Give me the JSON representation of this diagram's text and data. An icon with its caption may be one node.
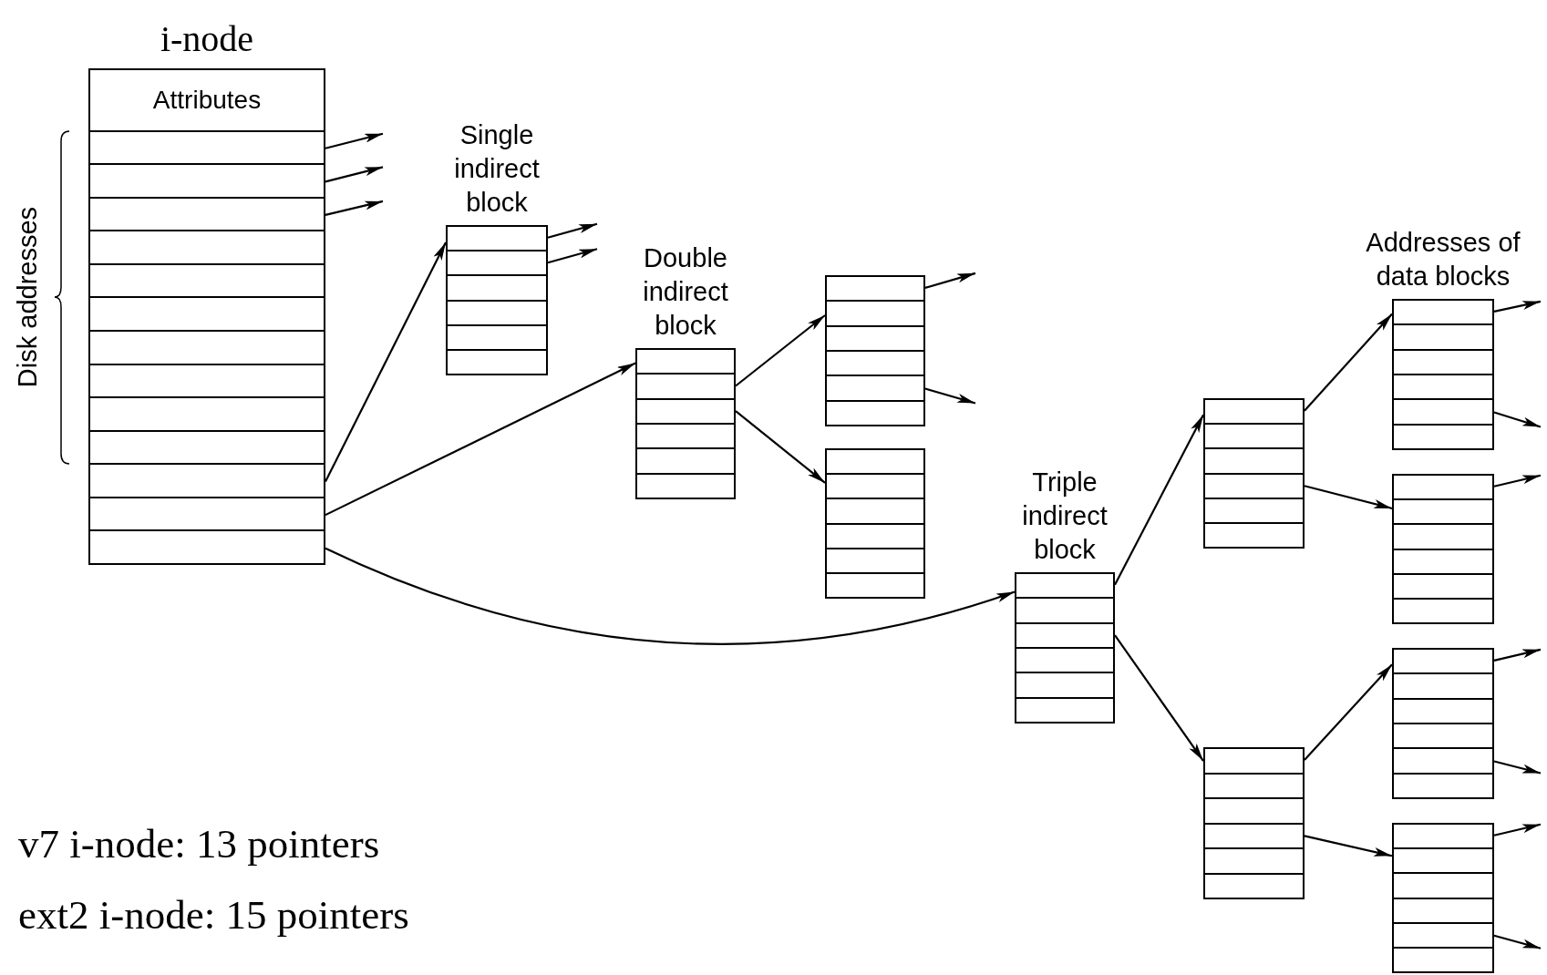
{
  "diagram": {
    "nodes": [
      {
        "text": [
          "i-node",
          "Attributes"
        ]
      },
      {
        "text": [
          "Single indirect block"
        ]
      },
      {
        "text": [
          "Double indirect block"
        ]
      },
      {
        "text": [],
        "shape": "box"
      },
      {
        "text": [],
        "shape": "box"
      },
      {
        "text": [
          "Triple indirect block"
        ]
      },
      {
        "text": [],
        "shape": "box"
      },
      {
        "text": [],
        "shape": "box"
      },
      {
        "text": [
          "Addresses of data blocks"
        ]
      },
      {
        "text": [],
        "shape": "box"
      },
      {
        "text": [],
        "shape": "box"
      },
      {
        "text": [],
        "shape": "box"
      }
    ],
    "edges": [
      {
        "from": 0,
        "to": null,
        "arrow": "to"
      },
      {
        "from": 0,
        "to": null,
        "arrow": "to"
      },
      {
        "from": 0,
        "to": null,
        "arrow": "to"
      },
      {
        "from": 0,
        "to": 1,
        "arrow": "to"
      },
      {
        "from": 0,
        "to": 2,
        "arrow": "to"
      },
      {
        "from": 0,
        "to": 5,
        "arrow": "to"
      },
      {
        "from": 1,
        "to": null,
        "arrow": "to"
      },
      {
        "from": 1,
        "to": null,
        "arrow": "to"
      },
      {
        "from": 2,
        "to": 3,
        "arrow": "to"
      },
      {
        "from": 2,
        "to": 4,
        "arrow": "to"
      },
      {
        "from": 3,
        "to": null,
        "arrow": "to"
      },
      {
        "from": 3,
        "to": null,
        "arrow": "to"
      },
      {
        "from": 5,
        "to": 6,
        "arrow": "to"
      },
      {
        "from": 5,
        "to": 7,
        "arrow": "to"
      },
      {
        "from": 6,
        "to": 8,
        "arrow": "to"
      },
      {
        "from": 6,
        "to": 9,
        "arrow": "to"
      },
      {
        "from": 7,
        "to": 10,
        "arrow": "to"
      },
      {
        "from": 7,
        "to": 11,
        "arrow": "to"
      },
      {
        "from": 8,
        "to": null,
        "arrow": "to"
      },
      {
        "from": 8,
        "to": null,
        "arrow": "to"
      },
      {
        "from": 9,
        "to": null,
        "arrow": "to"
      },
      {
        "from": 10,
        "to": null,
        "arrow": "to"
      },
      {
        "from": 10,
        "to": null,
        "arrow": "to"
      },
      {
        "from": 11,
        "to": null,
        "arrow": "to"
      },
      {
        "from": 11,
        "to": null,
        "arrow": "to"
      }
    ],
    "labels": [
      "Disk addresses",
      "v7 i-node: 13 pointers",
      "ext2 i-node: 15 pointers"
    ]
  }
}
